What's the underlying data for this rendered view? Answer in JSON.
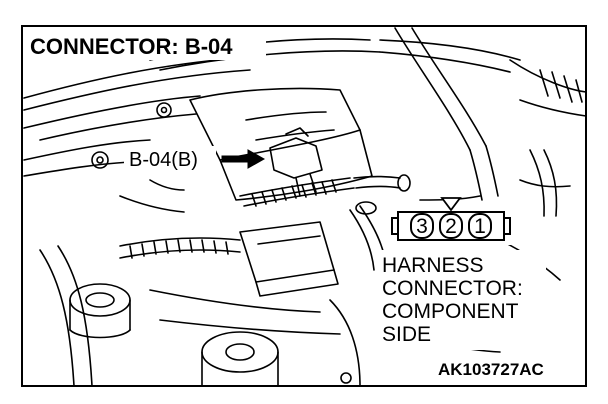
{
  "title": "CONNECTOR: B-04",
  "callout_label": "B-04(B)",
  "connector": {
    "pins": [
      "3",
      "2",
      "1"
    ]
  },
  "harness_caption": {
    "line1": "HARNESS",
    "line2": "CONNECTOR:",
    "line3": "COMPONENT",
    "line4": "SIDE"
  },
  "figure_code": "AK103727AC",
  "colors": {
    "ink": "#000000",
    "paper": "#ffffff"
  }
}
